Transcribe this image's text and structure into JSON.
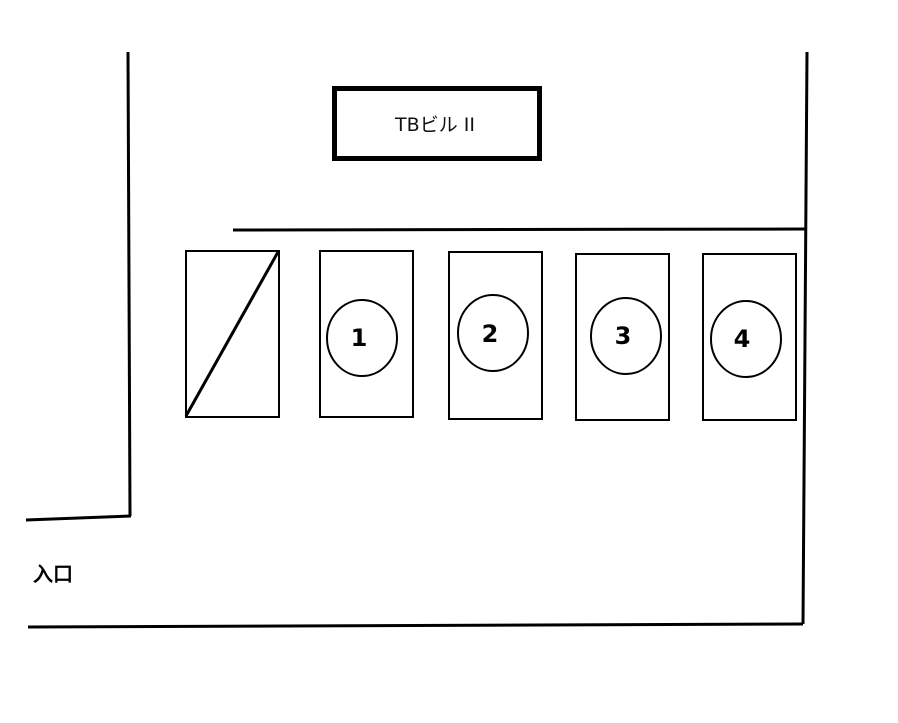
{
  "building": {
    "label": "TBビル II"
  },
  "parking": {
    "blocked_spot_marker": "diagonal-slash",
    "spots": [
      {
        "number": "1"
      },
      {
        "number": "2"
      },
      {
        "number": "3"
      },
      {
        "number": "4"
      }
    ]
  },
  "entrance": {
    "label": "入口"
  },
  "colors": {
    "background": "#ffffff",
    "line": "#000000"
  }
}
